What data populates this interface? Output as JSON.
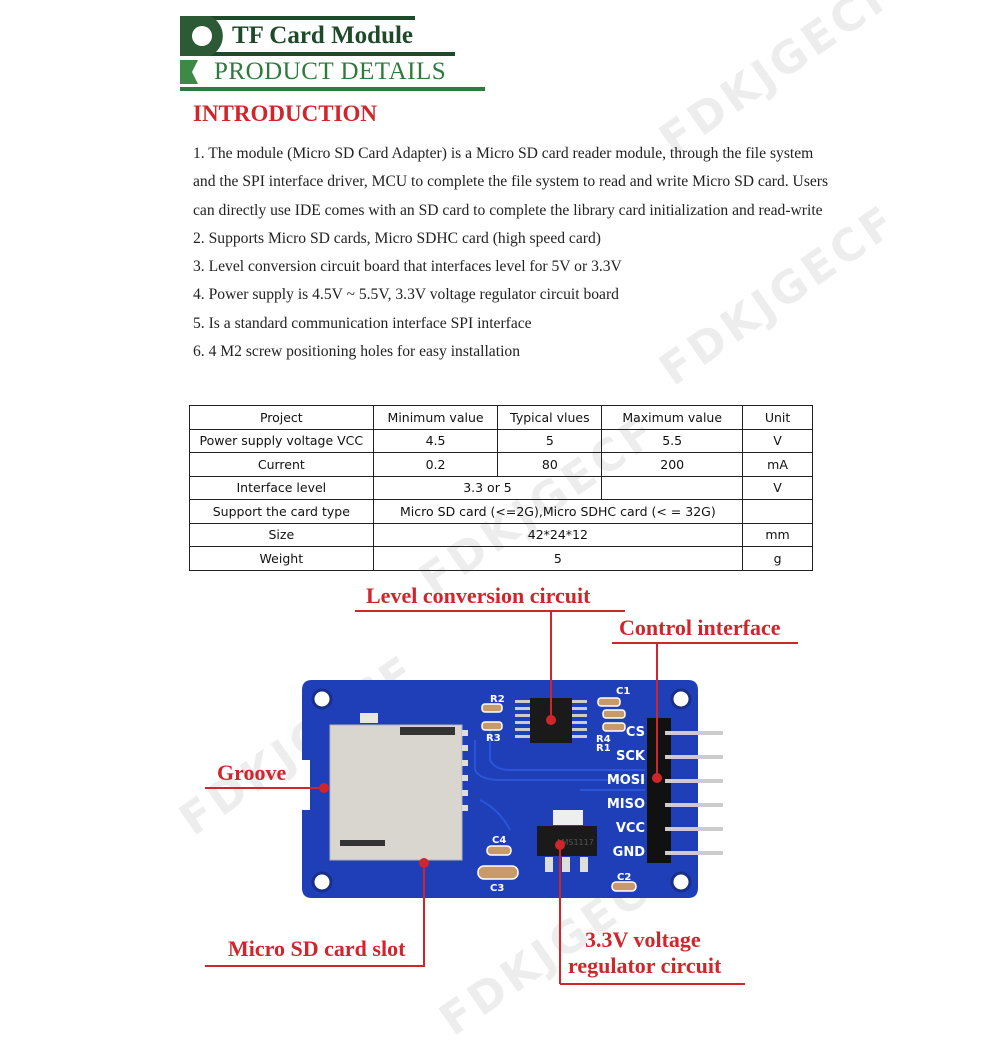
{
  "header": {
    "title": "TF Card Module",
    "subtitle": "PRODUCT DETAILS"
  },
  "intro": {
    "heading": "INTRODUCTION",
    "items": [
      "1. The module (Micro SD Card Adapter) is a Micro SD card reader module, through the file system and the SPI interface driver, MCU to complete the file system to read and write Micro SD card. Users can directly use IDE comes with an SD card to complete the library card initialization and read-write",
      "2. Supports Micro SD cards, Micro SDHC card (high speed card)",
      "3. Level conversion circuit board that interfaces level for 5V or 3.3V",
      "4. Power supply is 4.5V ~ 5.5V, 3.3V voltage regulator circuit board",
      "5. Is a standard communication interface SPI interface",
      "6. 4 M2 screw positioning holes for easy installation"
    ]
  },
  "table": {
    "headers": [
      "Project",
      "Minimum value",
      "Typical vlues",
      "Maximum value",
      "Unit"
    ],
    "rows": [
      [
        "Power supply voltage VCC",
        "4.5",
        "5",
        "5.5",
        "V"
      ],
      [
        "Current",
        "0.2",
        "80",
        "200",
        "mA"
      ],
      [
        "Interface level",
        "3.3 or 5",
        "",
        "V"
      ],
      [
        "Support the card type",
        "Micro SD card (<=2G),Micro SDHC card (< = 32G)",
        ""
      ],
      [
        "Size",
        "42*24*12",
        "mm"
      ],
      [
        "Weight",
        "5",
        "g"
      ]
    ]
  },
  "diagram": {
    "callouts": {
      "level": "Level conversion circuit",
      "control": "Control interface",
      "groove": "Groove",
      "slot": "Micro SD card slot",
      "regulator_1": "3.3V voltage",
      "regulator_2": "regulator circuit"
    },
    "pins": [
      "CS",
      "SCK",
      "MOSI",
      "MISO",
      "VCC",
      "GND"
    ],
    "components": [
      "R2",
      "R3",
      "C1",
      "R4",
      "R1",
      "C4",
      "C3",
      "C2"
    ],
    "chip_text": "AMS1117"
  },
  "watermark": "FDKJGECF",
  "colors": {
    "accent_red": "#d0262b",
    "title_green": "#1e4a2a",
    "pcb_blue": "#1f3fb8"
  }
}
